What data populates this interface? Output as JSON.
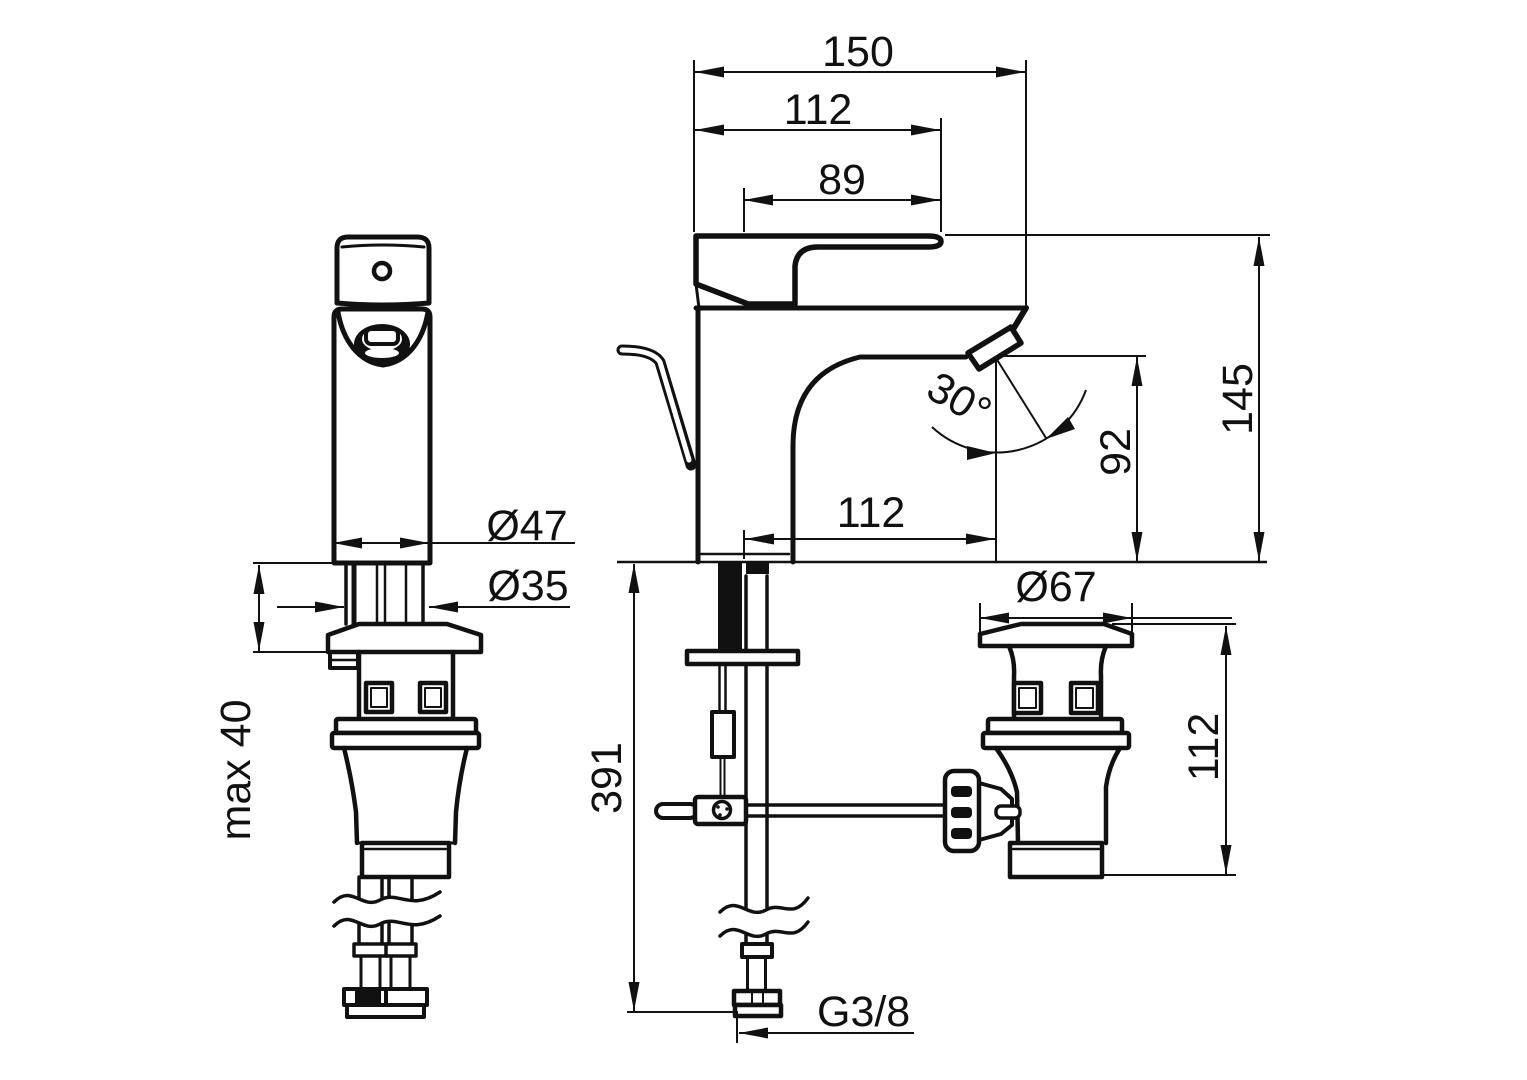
{
  "dimensions": {
    "top_width_overall": "150",
    "top_width_body": "112",
    "top_width_handle": "89",
    "height_overall": "145",
    "spout_height": "92",
    "spout_angle": "30°",
    "spout_reach": "112",
    "body_diameter": "Ø47",
    "shank_diameter": "Ø35",
    "deck_thickness": "max 40",
    "hose_length": "391",
    "hose_thread": "G3/8",
    "waste_flange_diameter": "Ø67",
    "waste_height": "112"
  }
}
